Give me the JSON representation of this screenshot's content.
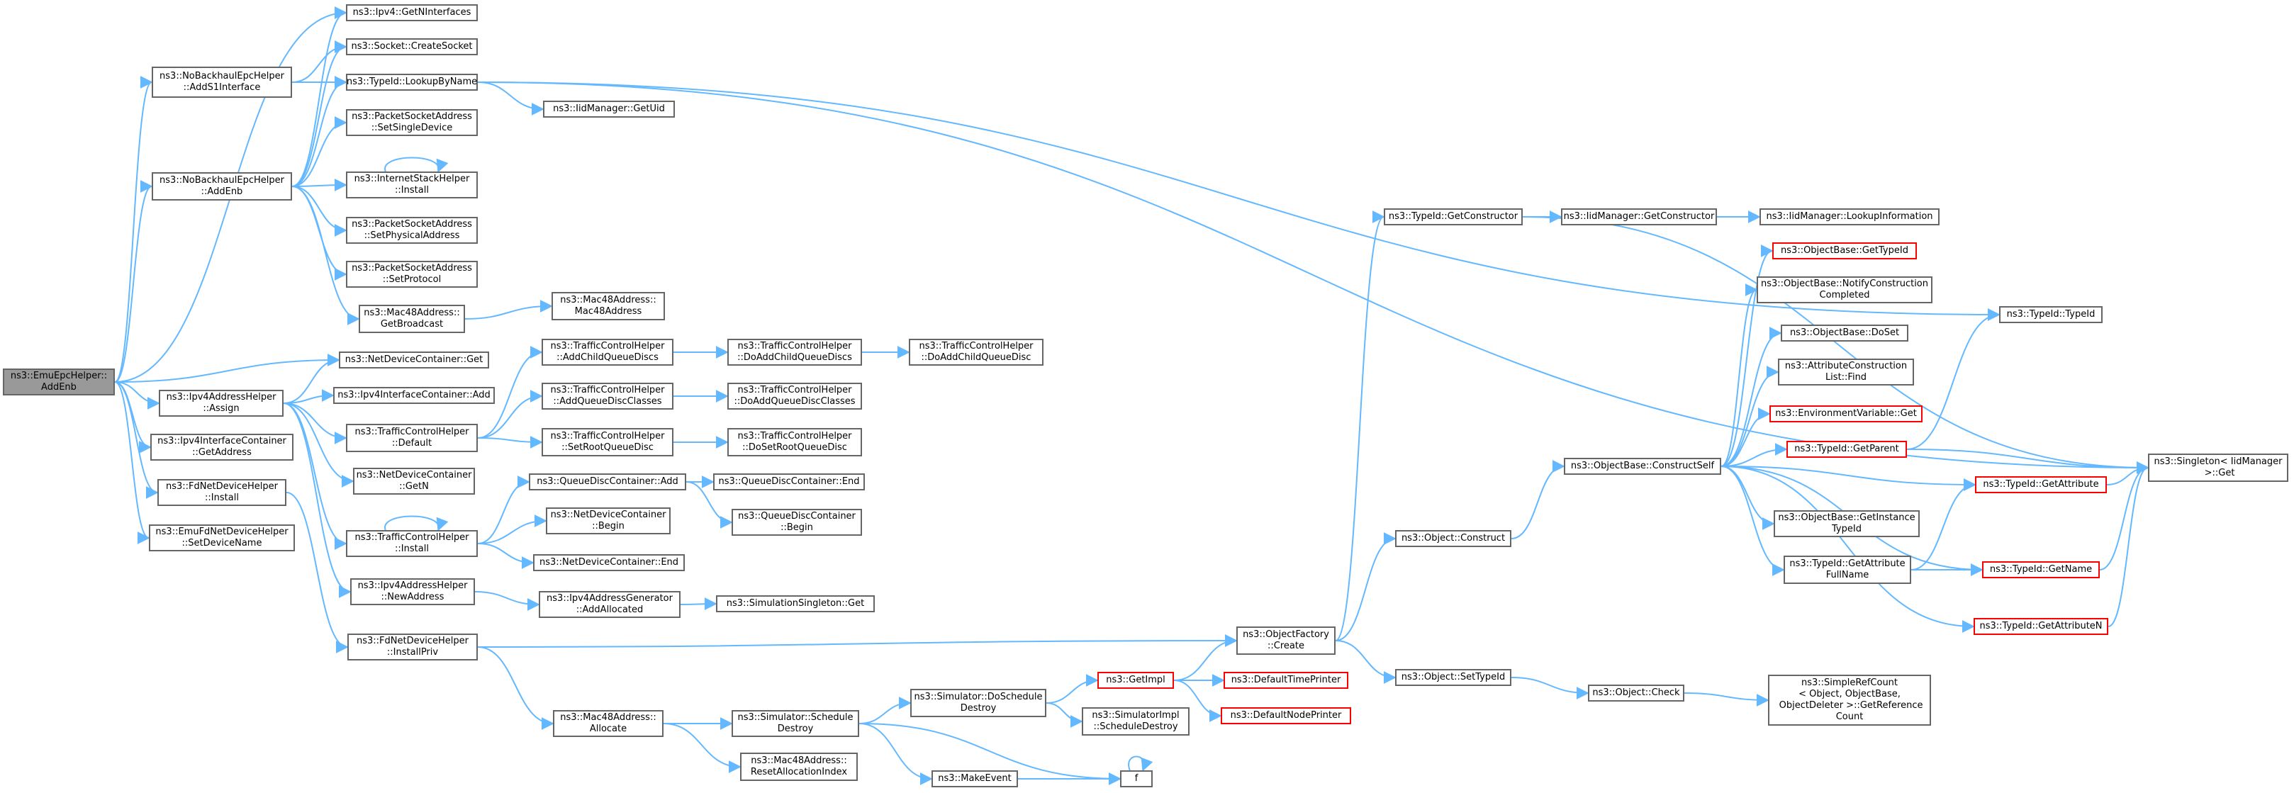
{
  "colors": {
    "edge": "#63b8ff",
    "node_border": "#666666",
    "truncated_border": "#ff0000",
    "root_fill": "#999999",
    "node_fill": "#ffffff"
  },
  "nodes": {
    "emu_addenb": "ns3::EmuEpcHelper::\nAddEnb",
    "ipv4_getninterfaces": "ns3::Ipv4::GetNInterfaces",
    "nobh_adds1": "ns3::NoBackhaulEpcHelper\n::AddS1Interface",
    "socket_create": "ns3::Socket::CreateSocket",
    "typeid_lookup": "ns3::TypeId::LookupByName",
    "iidmanager_getuid": "ns3::IidManager::GetUid",
    "pktsock_setsingle": "ns3::PacketSocketAddress\n::SetSingleDevice",
    "nobh_addenb": "ns3::NoBackhaulEpcHelper\n::AddEnb",
    "inet_install": "ns3::InternetStackHelper\n::Install",
    "pktsock_setphys": "ns3::PacketSocketAddress\n::SetPhysicalAddress",
    "pktsock_setproto": "ns3::PacketSocketAddress\n::SetProtocol",
    "mac48_getbroadcast": "ns3::Mac48Address::\nGetBroadcast",
    "mac48_ctor": "ns3::Mac48Address::\nMac48Address",
    "ndc_get": "ns3::NetDeviceContainer::Get",
    "ipv4addr_assign": "ns3::Ipv4AddressHelper\n::Assign",
    "ipv4ic_add": "ns3::Ipv4InterfaceContainer::Add",
    "tch_addchild": "ns3::TrafficControlHelper\n::AddChildQueueDiscs",
    "tch_doaddchild": "ns3::TrafficControlHelper\n::DoAddChildQueueDiscs",
    "tch_doaddchild1": "ns3::TrafficControlHelper\n::DoAddChildQueueDisc",
    "tch_addclasses": "ns3::TrafficControlHelper\n::AddQueueDiscClasses",
    "tch_doaddclasses": "ns3::TrafficControlHelper\n::DoAddQueueDiscClasses",
    "tch_default": "ns3::TrafficControlHelper\n::Default",
    "tch_setroot": "ns3::TrafficControlHelper\n::SetRootQueueDisc",
    "tch_dosetroot": "ns3::TrafficControlHelper\n::DoSetRootQueueDisc",
    "ndc_getn": "ns3::NetDeviceContainer\n::GetN",
    "ipv4ic_getaddr": "ns3::Ipv4InterfaceContainer\n::GetAddress",
    "fdnet_install": "ns3::FdNetDeviceHelper\n::Install",
    "emufd_setname": "ns3::EmuFdNetDeviceHelper\n::SetDeviceName",
    "qdc_add": "ns3::QueueDiscContainer::Add",
    "qdc_end": "ns3::QueueDiscContainer::End",
    "qdc_begin": "ns3::QueueDiscContainer\n::Begin",
    "tch_install": "ns3::TrafficControlHelper\n::Install",
    "ndc_begin": "ns3::NetDeviceContainer\n::Begin",
    "ndc_end": "ns3::NetDeviceContainer::End",
    "ipv4addr_newaddr": "ns3::Ipv4AddressHelper\n::NewAddress",
    "ipv4gen_addalloc": "ns3::Ipv4AddressGenerator\n::AddAllocated",
    "simsingleton_get": "ns3::SimulationSingleton::Get",
    "fdnet_installpriv": "ns3::FdNetDeviceHelper\n::InstallPriv",
    "mac48_allocate": "ns3::Mac48Address::\nAllocate",
    "sim_schedule_destroy": "ns3::Simulator::Schedule\nDestroy",
    "mac48_reset": "ns3::Mac48Address::\nResetAllocationIndex",
    "makeevent": "ns3::MakeEvent",
    "f": "f",
    "sim_doschedule": "ns3::Simulator::DoSchedule\nDestroy",
    "getimpl": "ns3::GetImpl",
    "simimpl_sched": "ns3::SimulatorImpl\n::ScheduleDestroy",
    "defaulttime": "ns3::DefaultTimePrinter",
    "defaultnode": "ns3::DefaultNodePrinter",
    "objfactory_create": "ns3::ObjectFactory\n::Create",
    "object_construct": "ns3::Object::Construct",
    "object_settypeid": "ns3::Object::SetTypeId",
    "object_check": "ns3::Object::Check",
    "simplerefcount": "ns3::SimpleRefCount\n< Object, ObjectBase,\n ObjectDeleter >::GetReference\nCount",
    "typeid_getctor": "ns3::TypeId::GetConstructor",
    "iid_getctor": "ns3::IidManager::GetConstructor",
    "iid_lookupinfo": "ns3::IidManager::LookupInformation",
    "objbase_constructself": "ns3::ObjectBase::ConstructSelf",
    "objbase_gettypeid": "ns3::ObjectBase::GetTypeId",
    "objbase_notify": "ns3::ObjectBase::NotifyConstruction\nCompleted",
    "objbase_doset": "ns3::ObjectBase::DoSet",
    "attrconst_find": "ns3::AttributeConstruction\nList::Find",
    "envvar_get": "ns3::EnvironmentVariable::Get",
    "typeid_getparent": "ns3::TypeId::GetParent",
    "typeid_getattribute": "ns3::TypeId::GetAttribute",
    "objbase_getinstance": "ns3::ObjectBase::GetInstance\nTypeId",
    "typeid_getattrfull": "ns3::TypeId::GetAttribute\nFullName",
    "typeid_getname": "ns3::TypeId::GetName",
    "typeid_getattrn": "ns3::TypeId::GetAttributeN",
    "typeid_typeid": "ns3::TypeId::TypeId",
    "singleton_get": "ns3::Singleton< IidManager\n >::Get"
  }
}
